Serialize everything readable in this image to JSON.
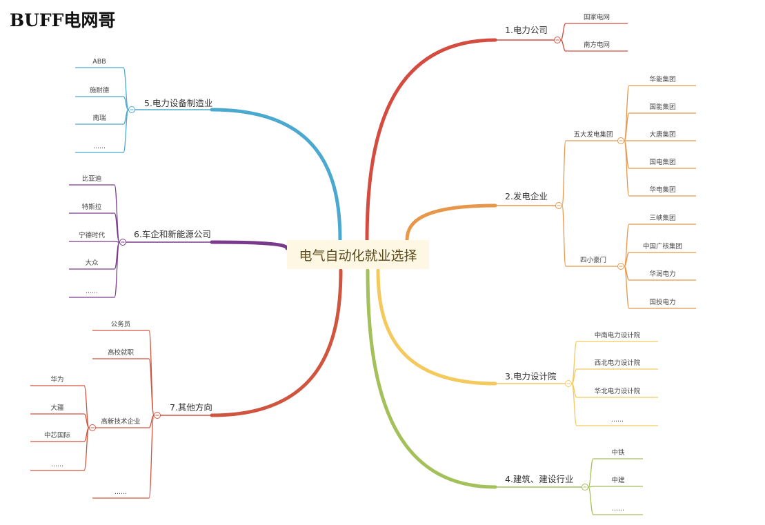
{
  "watermark": "BUFF电网哥",
  "root": {
    "text": "电气自动化就业选择"
  },
  "branches": [
    {
      "id": "b1",
      "label": "1.电力公司",
      "color": "#d44c3f",
      "children": [
        {
          "label": "国家电网"
        },
        {
          "label": "南方电网"
        }
      ]
    },
    {
      "id": "b2",
      "label": "2.发电企业",
      "color": "#e8974a",
      "children": [
        {
          "label": "五大发电集团",
          "children": [
            {
              "label": "华能集团"
            },
            {
              "label": "国能集团"
            },
            {
              "label": "大唐集团"
            },
            {
              "label": "国电集团"
            },
            {
              "label": "华电集团"
            }
          ]
        },
        {
          "label": "四小豪门",
          "children": [
            {
              "label": "三峡集团"
            },
            {
              "label": "中国广核集团"
            },
            {
              "label": "华润电力"
            },
            {
              "label": "国投电力"
            }
          ]
        }
      ]
    },
    {
      "id": "b3",
      "label": "3.电力设计院",
      "color": "#f4c95d",
      "children": [
        {
          "label": "中南电力设计院"
        },
        {
          "label": "西北电力设计院"
        },
        {
          "label": "华北电力设计院"
        },
        {
          "label": "......"
        }
      ]
    },
    {
      "id": "b4",
      "label": "4.建筑、建设行业",
      "color": "#a3c05a",
      "children": [
        {
          "label": "中铁"
        },
        {
          "label": "中建"
        },
        {
          "label": "......"
        }
      ]
    },
    {
      "id": "b5",
      "label": "5.电力设备制造业",
      "color": "#4ba8cf",
      "children": [
        {
          "label": "ABB"
        },
        {
          "label": "施耐德"
        },
        {
          "label": "南瑞"
        },
        {
          "label": "......"
        }
      ]
    },
    {
      "id": "b6",
      "label": "6.车企和新能源公司",
      "color": "#7a3a8c",
      "children": [
        {
          "label": "比亚迪"
        },
        {
          "label": "特斯拉"
        },
        {
          "label": "宁德时代"
        },
        {
          "label": "大众"
        },
        {
          "label": "......"
        }
      ]
    },
    {
      "id": "b7",
      "label": "7.其他方向",
      "color": "#d0553f",
      "children": [
        {
          "label": "公务员"
        },
        {
          "label": "高校就职"
        },
        {
          "label": "高新技术企业",
          "children": [
            {
              "label": "华为"
            },
            {
              "label": "大疆"
            },
            {
              "label": "中芯国际"
            },
            {
              "label": "......"
            }
          ]
        },
        {
          "label": "......"
        }
      ]
    }
  ]
}
